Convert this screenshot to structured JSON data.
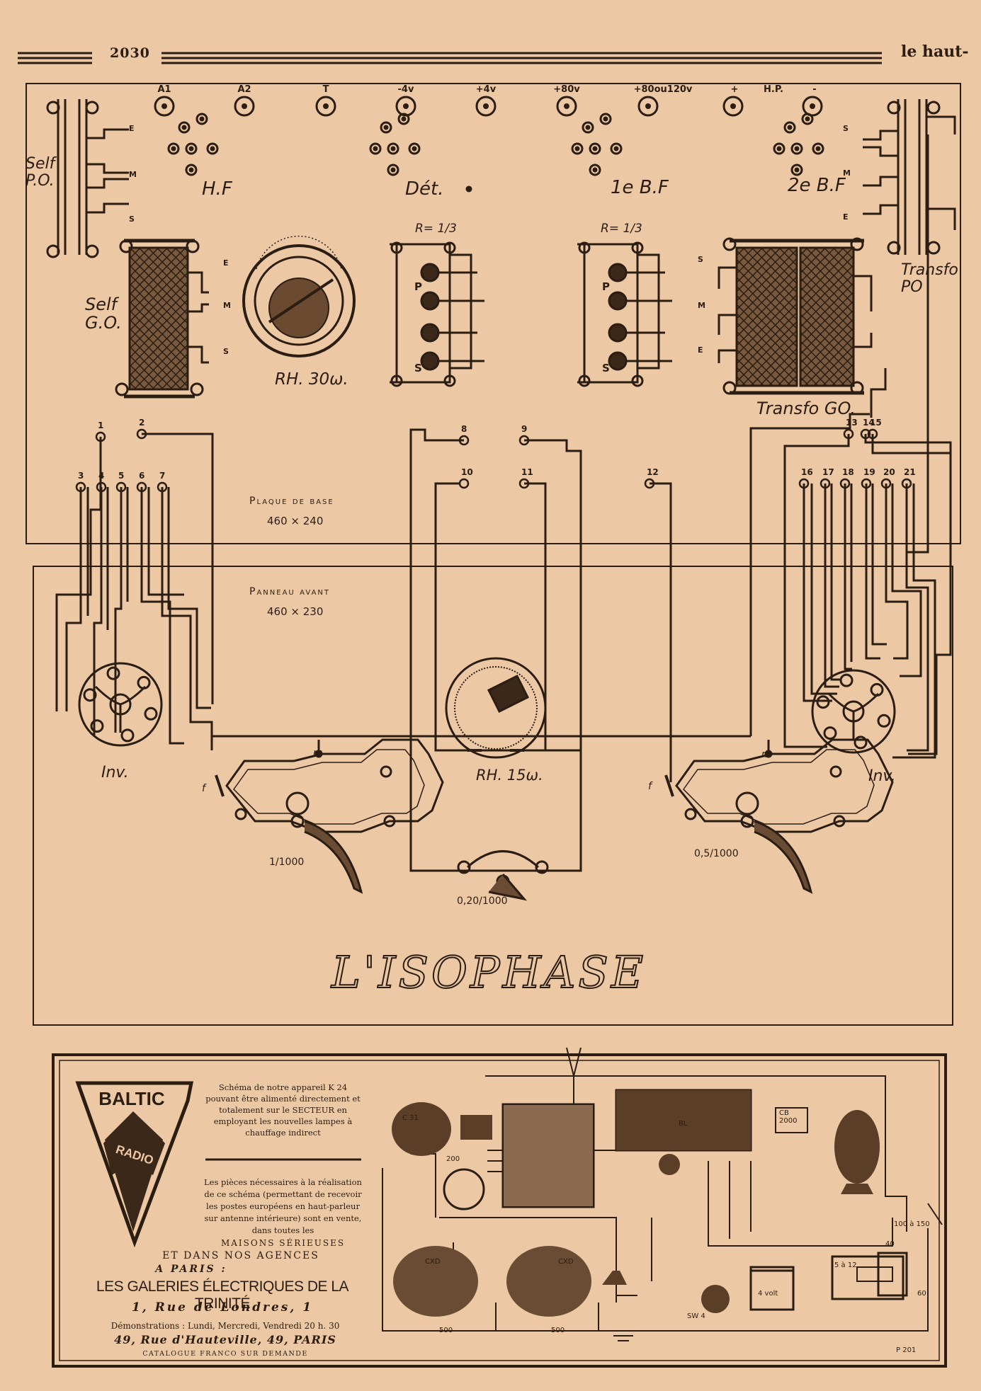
{
  "header": {
    "page_number": "2030",
    "journal": "le haut-"
  },
  "terminals": [
    "A1",
    "A2",
    "T",
    "-4v",
    "+4v",
    "+80v",
    "+80ou120v",
    "+",
    "H.P.",
    "-"
  ],
  "stage_labels": {
    "hf": "H.F",
    "det": "Dét.",
    "bf1": "1e B.F",
    "bf2": "2e B.F"
  },
  "components": {
    "self_po": "Self\nP.O.",
    "self_go": "Self\nG.O.",
    "transfo_po": "Transfo\nPO",
    "transfo_go": "Transfo GO.",
    "rheostat_30": "RH. 30ω.",
    "rheostat_15": "RH. 15ω.",
    "ratio_left": "R= 1/3",
    "ratio_right": "R= 1/3",
    "inv_left": "Inv.",
    "inv_right": "Inv.",
    "cond_left": "1/1000",
    "cond_middle": "0,20/1000",
    "cond_right": "0,5/1000",
    "m_label": "m",
    "f_label": "f"
  },
  "pins_EMS": [
    "E",
    "M",
    "S"
  ],
  "pins_transfo": [
    "P",
    "S"
  ],
  "numbered_points": [
    "1",
    "2",
    "3",
    "4",
    "5",
    "6",
    "7",
    "8",
    "9",
    "10",
    "11",
    "12",
    "13",
    "14",
    "15",
    "16",
    "17",
    "18",
    "19",
    "20",
    "21"
  ],
  "plates": {
    "base_title": "Plaque de base",
    "base_size": "460 × 240",
    "front_title": "Panneau avant",
    "front_size": "460 × 230"
  },
  "diagram_title": "L'ISOPHASE",
  "advert": {
    "logo_top": "BALTIC",
    "logo_bottom": "RADIO",
    "description": "Schéma de notre appareil K 24 pouvant être alimenté directement et totalement sur le SECTEUR en employant les nouvelles lampes à chauffage indirect",
    "parts": "Les pièces nécessaires à la réalisation de ce schéma (permettant de recevoir les postes européens en haut-parleur sur antenne intérieure) sont en vente, dans toutes les",
    "shops": "MAISONS SÉRIEUSES",
    "agences": "ET DANS NOS AGENCES",
    "paris": "A PARIS :",
    "store": "LES GALERIES ÉLECTRIQUES DE LA TRINITÉ",
    "address1": "1, Rue de Londres, 1",
    "demo": "Démonstrations : Lundi, Mercredi, Vendredi 20 h. 30",
    "address2": "49, Rue d'Hauteville, 49, PARIS",
    "catalogue": "CATALOGUE FRANCO SUR DEMANDE",
    "schematic_labels": [
      "C 31",
      "CXD",
      "CXD",
      "BL",
      "CB\n2000",
      "SW 4",
      "4 volt",
      "5 à 12",
      "200",
      "500",
      "500",
      "40",
      "60",
      "100 à 150",
      "P 201"
    ]
  }
}
